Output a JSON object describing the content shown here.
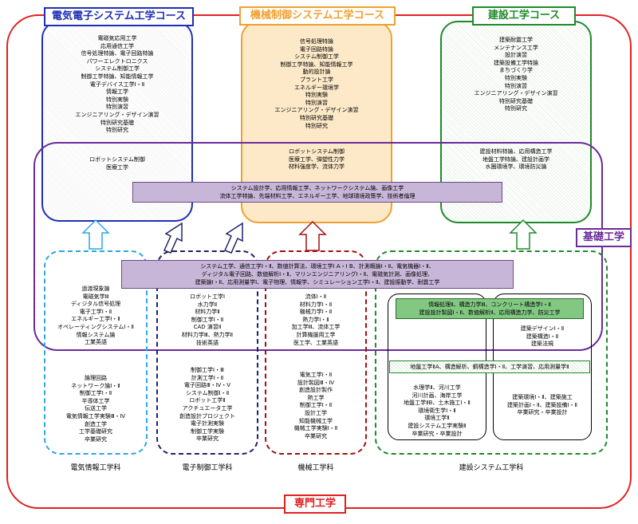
{
  "titles": {
    "elec": "電気電子システム工学コース",
    "mech": "機械制御システム工学コース",
    "civil": "建設工学コース",
    "kiso": "基礎工学",
    "senmon": "専門工学"
  },
  "colors": {
    "elec": "#1f2fb5",
    "mech": "#f0a030",
    "civil": "#1e8a2a",
    "kiso": "#6a2a9a",
    "senmon": "#e02020"
  },
  "elec_upper": [
    "電磁気応用工学",
    "応用通信工学",
    "信号処理特論、電子回路特論",
    "パワーエレクトロニクス",
    "システム制御工学",
    "制御工学特論、知能情報工学",
    "電子デバイス工学Ⅰ・Ⅱ",
    "情報工学",
    "特別実験",
    "特別演習",
    "エンジニアリング・デザイン演習",
    "特別研究基礎",
    "特別研究"
  ],
  "elec_lower": [
    "ロボットシステム制御",
    "医療工学"
  ],
  "mech_upper": [
    "信号処理特論",
    "電子回路特論",
    "システム制御工学",
    "制御工学特論、知能情報工学",
    "動的設計論",
    "プラント工学",
    "エネルギー環境学",
    "特別実験",
    "特別演習",
    "エンジニアリング・デザイン演習",
    "特別研究基礎",
    "特別研究"
  ],
  "mech_lower": [
    "ロボットシステム制御",
    "医療工学、弾塑性力学",
    "材料強度学、流体力学"
  ],
  "civil_upper": [
    "建築耐震工学",
    "メンテナンス工学",
    "設計演習",
    "建築設備工学特論",
    "まちづくり学",
    "特別実験",
    "特別演習",
    "エンジニアリング・デザイン演習",
    "特別研究基礎",
    "特別研究"
  ],
  "civil_lower": [
    "建設材料特論、応用構造工学",
    "地盤工学特論、建設計画学",
    "水圏環境学、環境防災論"
  ],
  "adv_band": [
    "システム設計学、応用情報工学、ネットワークシステム論、画像工学",
    "流体工学特論、先端材料工学、エネルギー工学、地球環境政策学、技術者倫理"
  ],
  "common_band": [
    "システム工学、通信工学Ⅰ・Ⅱ、数値計算法、環境工学Ⅰ A・Ⅰ B、計測概論Ⅰ・Ⅱ、電気機器Ⅰ・Ⅱ、",
    "ディジタル電子回路、数値解析Ⅰ・Ⅱ、マリンエンジニアリングⅠ・Ⅱ、電磁気計測、画像処理、",
    "建築論Ⅰ・Ⅱ、応用測量学Ⅰ、電子物理、情報学、シミュレーション工学Ⅰ・Ⅱ、建設振動学、耐震工学"
  ],
  "dept1_upper": [
    "過渡現象論",
    "電磁気学Ⅲ",
    "ディジタル信号処理",
    "電子工学Ⅰ・Ⅱ",
    "エネルギー工学Ⅰ・Ⅱ",
    "オペレーティングシステムⅠ・Ⅱ",
    "情報システム論",
    "工業英語"
  ],
  "dept1_lower": [
    "論理回路",
    "ネットワーク論Ⅰ・Ⅱ",
    "制御工学Ⅰ・Ⅱ",
    "半導体工学",
    "伝送工学",
    "電気情報工学実験Ⅲ・Ⅳ",
    "創造工学",
    "工学基礎研究",
    "卒業研究"
  ],
  "dept2_upper": [
    "ロボット工学Ⅰ",
    "水力学Ⅱ",
    "材料力学Ⅱ",
    "制御工学Ⅰ・Ⅱ",
    "CAD 演習Ⅱ",
    "材料力学Ⅲ、熱力学Ⅱ",
    "技術英語"
  ],
  "dept2_lower": [
    "制御工学Ⅰ・Ⅲ",
    "計測工学Ⅰ・Ⅱ",
    "電子回路Ⅲ・Ⅳ・Ⅴ",
    "システム制御Ⅰ・Ⅱ",
    "ロボット工学Ⅱ",
    "アクチュエータ工学",
    "創造設計プロジェクト",
    "電子計測実験",
    "制御工学実験",
    "卒業研究"
  ],
  "dept3_upper": [
    "流体Ⅰ・Ⅱ",
    "材料力学Ⅰ・Ⅱ",
    "機械力学Ⅰ・Ⅱ",
    "熱力学Ⅰ・Ⅱ",
    "加工学Ⅲ、流体工学",
    "計算機援用工学",
    "医工学、工業英語"
  ],
  "dept3_lower": [
    "電気工学Ⅰ・Ⅱ",
    "設計製図Ⅲ・Ⅳ",
    "創造設計製作",
    "熱工学",
    "制御工学Ⅰ・Ⅱ",
    "設計工学",
    "知能機械工学",
    "機械工学実験Ⅰ・Ⅱ",
    "卒業研究"
  ],
  "dept4_green": [
    "情報処理Ⅱ、構造力学Ⅲ、コンクリート構造学Ⅰ・Ⅱ",
    "建設設計製図Ⅰ・Ⅱ、数値解析Ⅱ、応用構造力学、防災工学"
  ],
  "dept4_arch": [
    "建築デザインⅠ・Ⅱ",
    "建築構造Ⅰ・Ⅱ",
    "建築法規"
  ],
  "dept4_mid": "地盤工学ⅡA、構造解析、鋼構造学Ⅰ・Ⅱ、工学演習、応用測量学Ⅱ",
  "dept4_left": [
    "水理学Ⅱ、河川工学",
    "河川計画、海岸工学",
    "地盤工学ⅡB、土木施工Ⅰ・Ⅱ",
    "環境衛生学Ⅰ・Ⅱ",
    "環境工学Ⅱ",
    "建設システム工学実験Ⅱ",
    "卒業研究・卒業設計"
  ],
  "dept4_right": [
    "建築環境Ⅰ・Ⅱ、建築施工",
    "建築計画Ⅰ・Ⅱ、建築設備Ⅰ・Ⅱ",
    "卒業研究・卒業設計"
  ],
  "dept_labels": [
    "電気情報工学科",
    "電子制御工学科",
    "機械工学科",
    "建設システム工学科"
  ]
}
